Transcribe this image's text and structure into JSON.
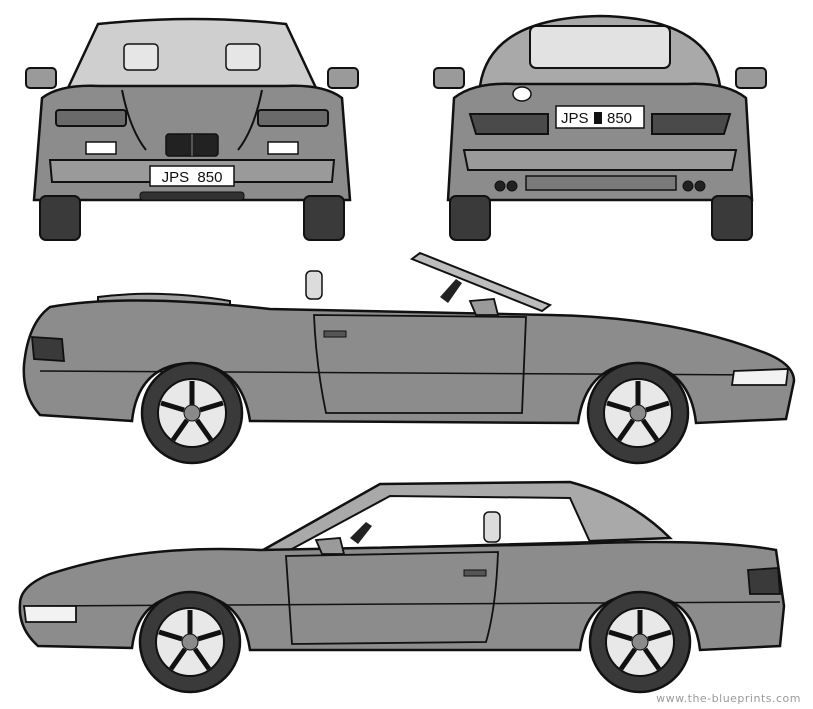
{
  "plates": {
    "front": "JPS  850",
    "rear_left": "JPS",
    "rear_right": "850"
  },
  "watermark": "www.the-blueprints.com",
  "colors": {
    "body": "#8c8c8c",
    "body_dark": "#5a5a5a",
    "glass": "#d8d8d8",
    "tire": "#3a3a3a",
    "line": "#111111",
    "top": "#a9a9a9"
  },
  "views": [
    "front-view",
    "rear-view",
    "side-view-roof-down",
    "side-view-roof-up"
  ]
}
